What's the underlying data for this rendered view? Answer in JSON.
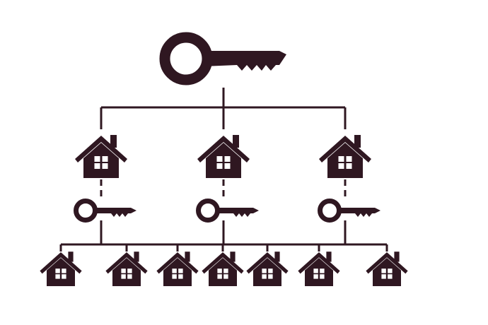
{
  "diagram": {
    "type": "hierarchy",
    "levels": [
      {
        "level": "root",
        "icon": "master-key-icon",
        "count": 1
      },
      {
        "level": "mid",
        "icon": "house-icon",
        "count": 3,
        "keys_below": "key-icon"
      },
      {
        "level": "leaf",
        "icon": "house-icon",
        "count": 7
      }
    ]
  },
  "colors": {
    "icon": "#2f1721",
    "line": "#2f1721",
    "window": "#ffffff",
    "background": "#ffffff"
  }
}
